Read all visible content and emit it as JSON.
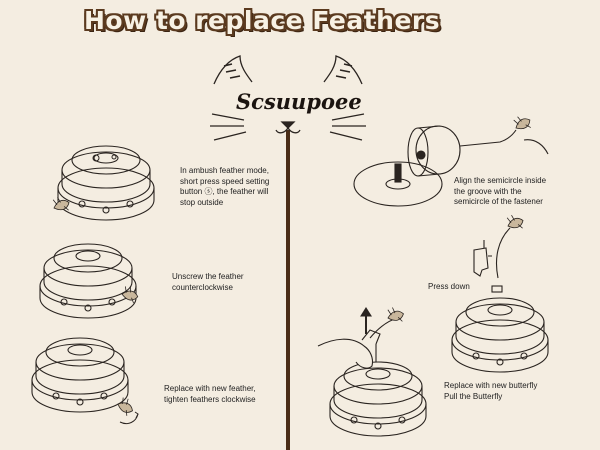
{
  "title": "How to replace Feathers",
  "brand": "Scsuupoee",
  "steps": {
    "ambush": {
      "line1": "In ambush feather mode,",
      "line2": "short press speed setting",
      "line3": "button ⓢ, the feather will",
      "line4": "stop outside"
    },
    "unscrew": {
      "line1": "Unscrew the feather",
      "line2": "counterclockwise"
    },
    "replace": {
      "line1": "Replace with new feather,",
      "line2": "tighten feathers clockwise"
    },
    "align": {
      "line1": "Align the semicircle inside",
      "line2": "the groove with the",
      "line3": "semicircle of the fastener"
    },
    "press": {
      "line1": "Press down"
    },
    "butterfly": {
      "line1": "Replace with new butterfly",
      "line2": "Pull the Butterfly"
    }
  },
  "colors": {
    "background": "#f4ede1",
    "title_fill": "#f7f1e4",
    "title_outline": "#5b3a1f",
    "divider": "#4a2d17",
    "line_art": "#2a2420"
  }
}
